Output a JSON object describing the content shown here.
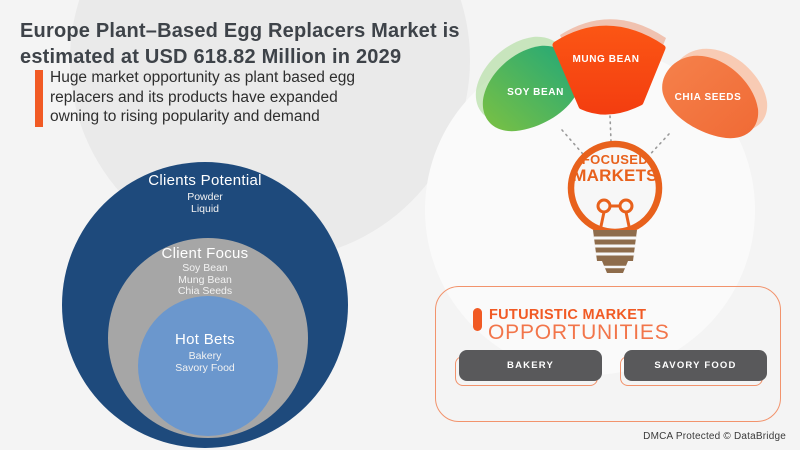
{
  "header": {
    "title_line1": "Europe Plant–Based Egg Replacers Market is",
    "title_line2": "estimated at USD 618.82 Million in 2029",
    "subtitle_line1": "Huge market opportunity as plant based egg",
    "subtitle_line2": "replacers and its products have expanded",
    "subtitle_line3": "owning to rising popularity and demand"
  },
  "venn": {
    "rings": [
      {
        "label": "Clients Potential",
        "items": [
          "Powder",
          "Liquid"
        ],
        "color": "#1e4a7c"
      },
      {
        "label": "Client Focus",
        "items": [
          "Soy Bean",
          "Mung Bean",
          "Chia Seeds"
        ],
        "color": "#a6a6a6"
      },
      {
        "label": "Hot Bets",
        "items": [
          "Bakery",
          "Savory Food"
        ],
        "color": "#6b97cd"
      }
    ]
  },
  "focused_markets": {
    "center_line1": "FOCUSED",
    "center_line2": "MARKETS",
    "petals": [
      {
        "label": "SOY BEAN",
        "color_start": "#7cc142",
        "color_end": "#1fa77a"
      },
      {
        "label": "MUNG BEAN",
        "color_start": "#fb5514",
        "color_end": "#f43e10"
      },
      {
        "label": "CHIA SEEDS",
        "color_start": "#f5814b",
        "color_end": "#f06a35"
      }
    ]
  },
  "opportunities": {
    "heading_line1": "FUTURISTIC MARKET",
    "heading_line2": "OPPORTUNITIES",
    "buttons": [
      "BAKERY",
      "SAVORY FOOD"
    ]
  },
  "footer": {
    "dmca": "DMCA Protected © DataBridge"
  },
  "colors": {
    "accent": "#f15a24",
    "accent2": "#e8611c",
    "navy": "#1e4a7c",
    "grayring": "#a6a6a6",
    "bluering": "#6b97cd",
    "btndark": "#59595b",
    "title": "#3e4349",
    "brown": "#8e6c4b"
  }
}
